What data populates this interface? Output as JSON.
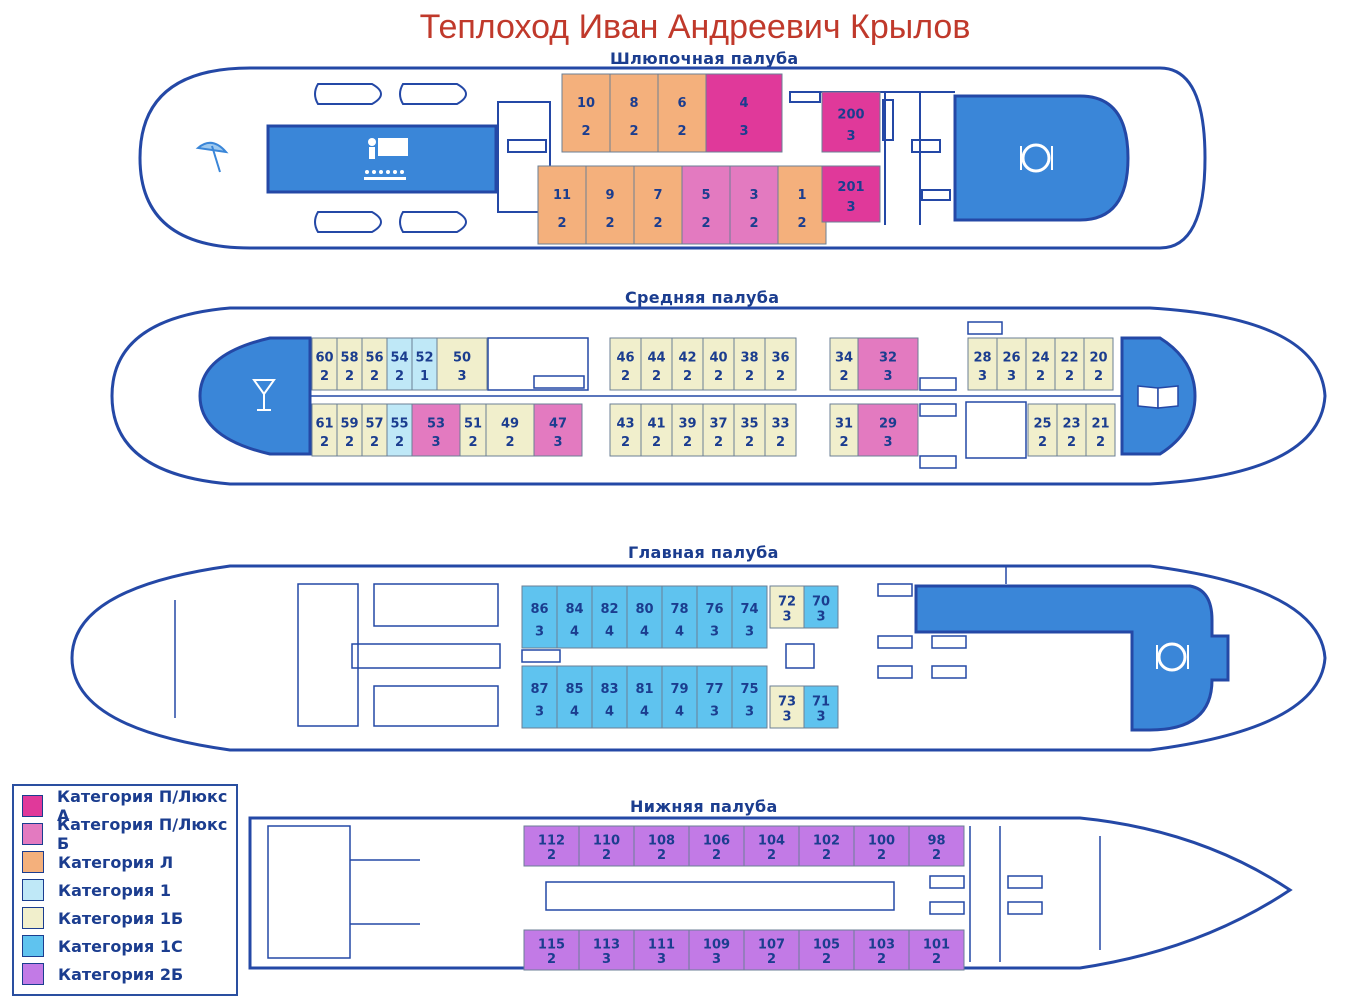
{
  "title": "Теплоход Иван Андреевич Крылов",
  "decks": {
    "boat": "Шлюпочная палуба",
    "middle": "Средняя палуба",
    "main": "Главная палуба",
    "lower": "Нижняя палуба"
  },
  "colors": {
    "lux_a": "#e0399a",
    "lux_b": "#e37ac0",
    "cat_l": "#f4b07c",
    "cat_1": "#bfe8f7",
    "cat_1b": "#f1efcc",
    "cat_1c": "#5fc3ef",
    "cat_2b": "#c27ae6",
    "hull_line": "#2448a6",
    "venue": "#3a86d8"
  },
  "legend": [
    {
      "label": "Категория П/Люкс А",
      "color_key": "lux_a"
    },
    {
      "label": "Категория П/Люкс Б",
      "color_key": "lux_b"
    },
    {
      "label": "Категория Л",
      "color_key": "cat_l"
    },
    {
      "label": "Категория 1",
      "color_key": "cat_1"
    },
    {
      "label": "Категория 1Б",
      "color_key": "cat_1b"
    },
    {
      "label": "Категория 1С",
      "color_key": "cat_1c"
    },
    {
      "label": "Категория 2Б",
      "color_key": "cat_2b"
    }
  ],
  "cabins": {
    "boat_top": [
      {
        "n": "10",
        "p": "2",
        "c": "cat_l"
      },
      {
        "n": "8",
        "p": "2",
        "c": "cat_l"
      },
      {
        "n": "6",
        "p": "2",
        "c": "cat_l"
      },
      {
        "n": "4",
        "p": "3",
        "c": "lux_a"
      }
    ],
    "boat_top_right": [
      {
        "n": "200",
        "p": "3",
        "c": "lux_a"
      }
    ],
    "boat_bottom": [
      {
        "n": "11",
        "p": "2",
        "c": "cat_l"
      },
      {
        "n": "9",
        "p": "2",
        "c": "cat_l"
      },
      {
        "n": "7",
        "p": "2",
        "c": "cat_l"
      },
      {
        "n": "5",
        "p": "2",
        "c": "lux_b"
      },
      {
        "n": "3",
        "p": "2",
        "c": "lux_b"
      },
      {
        "n": "1",
        "p": "2",
        "c": "cat_l"
      }
    ],
    "boat_bottom_right": [
      {
        "n": "201",
        "p": "3",
        "c": "lux_a"
      }
    ],
    "mid_top_a": [
      {
        "n": "60",
        "p": "2",
        "c": "cat_1b"
      },
      {
        "n": "58",
        "p": "2",
        "c": "cat_1b"
      },
      {
        "n": "56",
        "p": "2",
        "c": "cat_1b"
      },
      {
        "n": "54",
        "p": "2",
        "c": "cat_1"
      },
      {
        "n": "52",
        "p": "1",
        "c": "cat_1"
      },
      {
        "n": "50",
        "p": "3",
        "c": "cat_1b"
      }
    ],
    "mid_top_b": [
      {
        "n": "46",
        "p": "2",
        "c": "cat_1b"
      },
      {
        "n": "44",
        "p": "2",
        "c": "cat_1b"
      },
      {
        "n": "42",
        "p": "2",
        "c": "cat_1b"
      },
      {
        "n": "40",
        "p": "2",
        "c": "cat_1b"
      },
      {
        "n": "38",
        "p": "2",
        "c": "cat_1b"
      },
      {
        "n": "36",
        "p": "2",
        "c": "cat_1b"
      }
    ],
    "mid_top_c": [
      {
        "n": "34",
        "p": "2",
        "c": "cat_1b"
      },
      {
        "n": "32",
        "p": "3",
        "c": "lux_b"
      }
    ],
    "mid_top_d": [
      {
        "n": "28",
        "p": "3",
        "c": "cat_1b"
      },
      {
        "n": "26",
        "p": "3",
        "c": "cat_1b"
      },
      {
        "n": "24",
        "p": "2",
        "c": "cat_1b"
      },
      {
        "n": "22",
        "p": "2",
        "c": "cat_1b"
      },
      {
        "n": "20",
        "p": "2",
        "c": "cat_1b"
      }
    ],
    "mid_bot_a": [
      {
        "n": "61",
        "p": "2",
        "c": "cat_1b"
      },
      {
        "n": "59",
        "p": "2",
        "c": "cat_1b"
      },
      {
        "n": "57",
        "p": "2",
        "c": "cat_1b"
      },
      {
        "n": "55",
        "p": "2",
        "c": "cat_1"
      },
      {
        "n": "53",
        "p": "3",
        "c": "lux_b"
      },
      {
        "n": "51",
        "p": "2",
        "c": "cat_1b"
      },
      {
        "n": "49",
        "p": "2",
        "c": "cat_1b"
      },
      {
        "n": "47",
        "p": "3",
        "c": "lux_b"
      }
    ],
    "mid_bot_b": [
      {
        "n": "43",
        "p": "2",
        "c": "cat_1b"
      },
      {
        "n": "41",
        "p": "2",
        "c": "cat_1b"
      },
      {
        "n": "39",
        "p": "2",
        "c": "cat_1b"
      },
      {
        "n": "37",
        "p": "2",
        "c": "cat_1b"
      },
      {
        "n": "35",
        "p": "2",
        "c": "cat_1b"
      },
      {
        "n": "33",
        "p": "2",
        "c": "cat_1b"
      }
    ],
    "mid_bot_c": [
      {
        "n": "31",
        "p": "2",
        "c": "cat_1b"
      },
      {
        "n": "29",
        "p": "3",
        "c": "lux_b"
      }
    ],
    "mid_bot_d": [
      {
        "n": "25",
        "p": "2",
        "c": "cat_1b"
      },
      {
        "n": "23",
        "p": "2",
        "c": "cat_1b"
      },
      {
        "n": "21",
        "p": "2",
        "c": "cat_1b"
      }
    ],
    "main_top": [
      {
        "n": "86",
        "p": "3",
        "c": "cat_1c"
      },
      {
        "n": "84",
        "p": "4",
        "c": "cat_1c"
      },
      {
        "n": "82",
        "p": "4",
        "c": "cat_1c"
      },
      {
        "n": "80",
        "p": "4",
        "c": "cat_1c"
      },
      {
        "n": "78",
        "p": "4",
        "c": "cat_1c"
      },
      {
        "n": "76",
        "p": "3",
        "c": "cat_1c"
      },
      {
        "n": "74",
        "p": "3",
        "c": "cat_1c"
      }
    ],
    "main_top_r": [
      {
        "n": "72",
        "p": "3",
        "c": "cat_1b"
      },
      {
        "n": "70",
        "p": "3",
        "c": "cat_1c"
      }
    ],
    "main_bot": [
      {
        "n": "87",
        "p": "3",
        "c": "cat_1c"
      },
      {
        "n": "85",
        "p": "4",
        "c": "cat_1c"
      },
      {
        "n": "83",
        "p": "4",
        "c": "cat_1c"
      },
      {
        "n": "81",
        "p": "4",
        "c": "cat_1c"
      },
      {
        "n": "79",
        "p": "4",
        "c": "cat_1c"
      },
      {
        "n": "77",
        "p": "3",
        "c": "cat_1c"
      },
      {
        "n": "75",
        "p": "3",
        "c": "cat_1c"
      }
    ],
    "main_bot_r": [
      {
        "n": "73",
        "p": "3",
        "c": "cat_1b"
      },
      {
        "n": "71",
        "p": "3",
        "c": "cat_1c"
      }
    ],
    "lower_top": [
      {
        "n": "112",
        "p": "2",
        "c": "cat_2b"
      },
      {
        "n": "110",
        "p": "2",
        "c": "cat_2b"
      },
      {
        "n": "108",
        "p": "2",
        "c": "cat_2b"
      },
      {
        "n": "106",
        "p": "2",
        "c": "cat_2b"
      },
      {
        "n": "104",
        "p": "2",
        "c": "cat_2b"
      },
      {
        "n": "102",
        "p": "2",
        "c": "cat_2b"
      },
      {
        "n": "100",
        "p": "2",
        "c": "cat_2b"
      },
      {
        "n": "98",
        "p": "2",
        "c": "cat_2b"
      }
    ],
    "lower_bot": [
      {
        "n": "115",
        "p": "2",
        "c": "cat_2b"
      },
      {
        "n": "113",
        "p": "3",
        "c": "cat_2b"
      },
      {
        "n": "111",
        "p": "3",
        "c": "cat_2b"
      },
      {
        "n": "109",
        "p": "3",
        "c": "cat_2b"
      },
      {
        "n": "107",
        "p": "2",
        "c": "cat_2b"
      },
      {
        "n": "105",
        "p": "2",
        "c": "cat_2b"
      },
      {
        "n": "103",
        "p": "2",
        "c": "cat_2b"
      },
      {
        "n": "101",
        "p": "2",
        "c": "cat_2b"
      }
    ]
  }
}
